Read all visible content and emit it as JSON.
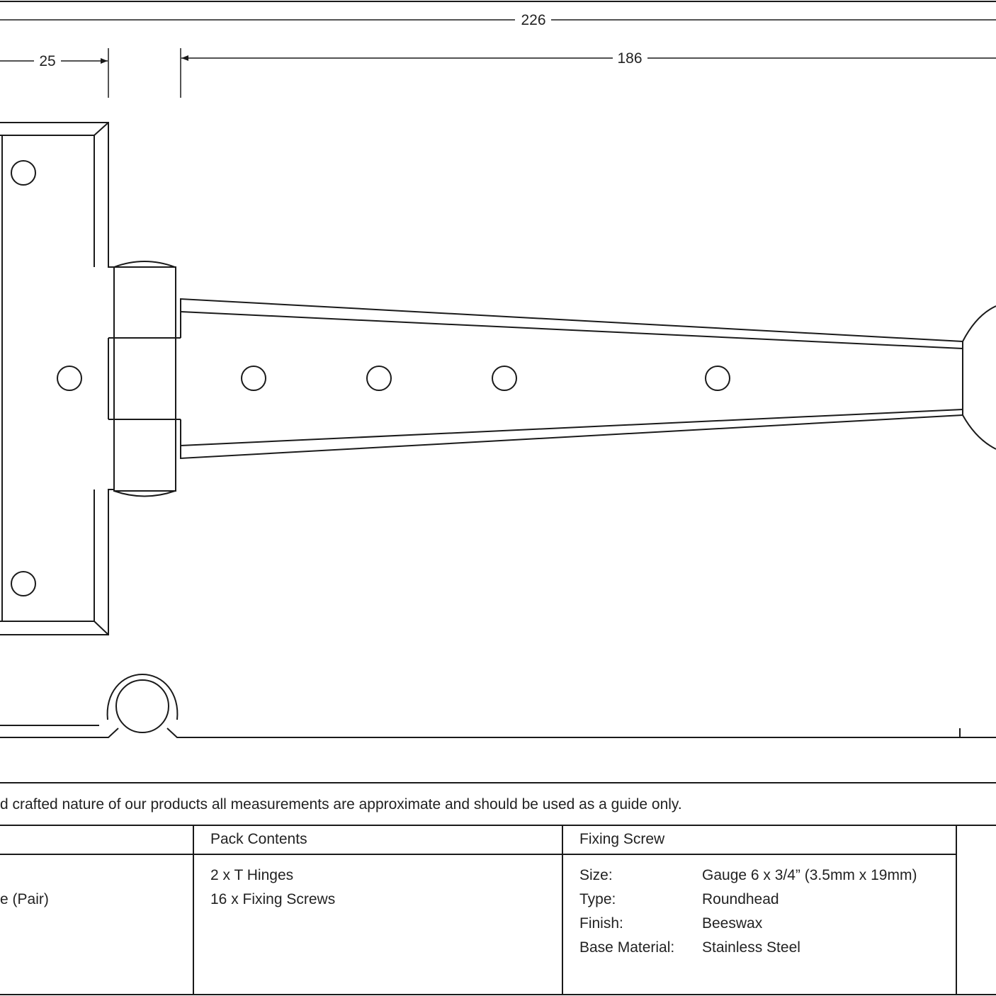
{
  "dimensions": {
    "overall_length": "226",
    "hinge_leaf_width": "25",
    "strap_length": "186"
  },
  "note": "d crafted nature of our products all measurements are approximate and should be used as a guide only.",
  "table": {
    "col1": {
      "partial_text": "e (Pair)"
    },
    "col2": {
      "header": "Pack Contents",
      "lines": [
        "2 x T Hinges",
        "16 x Fixing Screws"
      ]
    },
    "col3": {
      "header": "Fixing Screw",
      "rows": [
        {
          "label": "Size:",
          "value": "Gauge 6 x 3/4” (3.5mm x 19mm)"
        },
        {
          "label": "Type:",
          "value": "Roundhead"
        },
        {
          "label": "Finish:",
          "value": "Beeswax"
        },
        {
          "label": "Base Material:",
          "value": "Stainless Steel"
        }
      ]
    }
  },
  "colors": {
    "line": "#1a1a1a",
    "background": "#ffffff"
  }
}
